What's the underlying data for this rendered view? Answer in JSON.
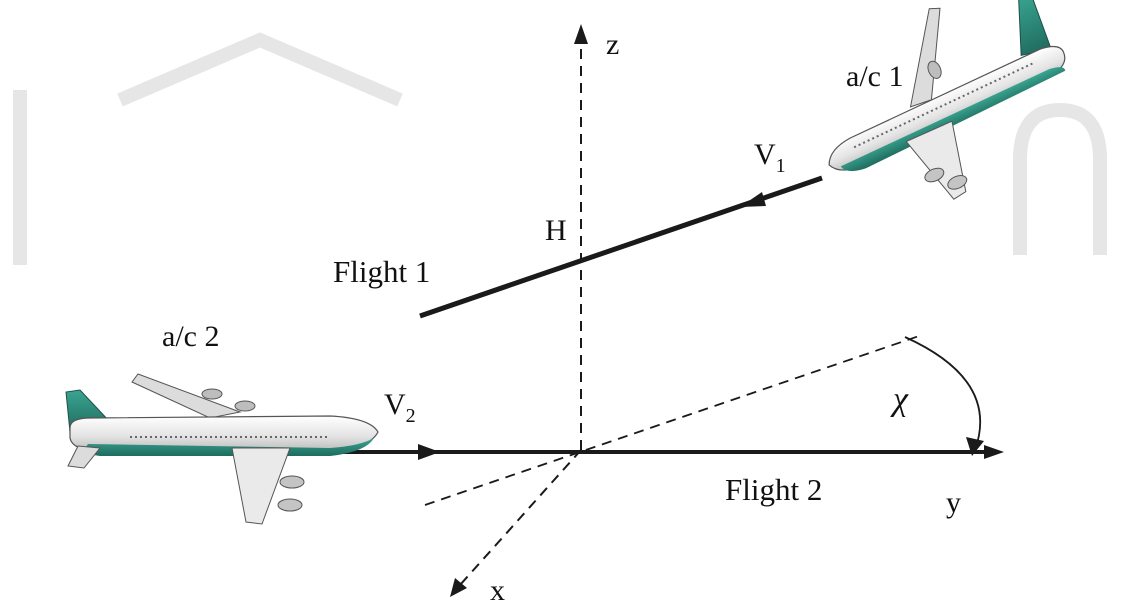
{
  "axes": {
    "x": "x",
    "y": "y",
    "z": "z"
  },
  "aircraft_1": {
    "label": "a/c 1",
    "velocity": "V",
    "velocity_sub": "1"
  },
  "aircraft_2": {
    "label": "a/c 2",
    "velocity": "V",
    "velocity_sub": "2"
  },
  "flights": {
    "flight_1": "Flight 1",
    "flight_2": "Flight 2"
  },
  "height_label": "H",
  "angle_label": "χ",
  "colors": {
    "line": "#1a1a1a",
    "teal": "#2f8f7f",
    "teal_dark": "#1f6b5e",
    "fuselage": "#eeeeee",
    "watermark": "#e6e6e6"
  }
}
